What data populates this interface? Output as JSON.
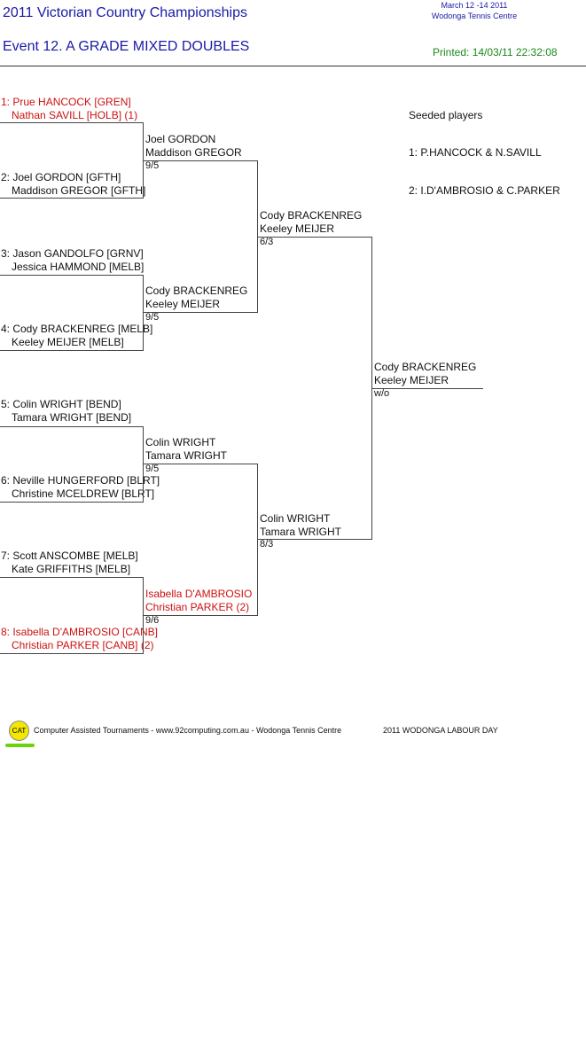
{
  "header": {
    "title": "2011 Victorian Country Championships",
    "event": "Event 12. A GRADE MIXED DOUBLES",
    "dates": "March 12 -14 2011",
    "venue": "Wodonga Tennis Centre",
    "printed": "Printed: 14/03/11 22:32:08"
  },
  "round1": [
    {
      "p1": "1: Prue HANCOCK [GREN]",
      "p2": "Nathan SAVILL [HOLB] (1)",
      "seeded": true
    },
    {
      "p1": "2: Joel GORDON [GFTH]",
      "p2": "Maddison GREGOR [GFTH]",
      "seeded": false
    },
    {
      "p1": "3: Jason GANDOLFO [GRNV]",
      "p2": "Jessica HAMMOND [MELB]",
      "seeded": false
    },
    {
      "p1": "4: Cody BRACKENREG [MELB]",
      "p2": "Keeley MEIJER [MELB]",
      "seeded": false
    },
    {
      "p1": "5: Colin WRIGHT [BEND]",
      "p2": "Tamara WRIGHT [BEND]",
      "seeded": false
    },
    {
      "p1": "6: Neville HUNGERFORD [BLRT]",
      "p2": "Christine MCELDREW [BLRT]",
      "seeded": false
    },
    {
      "p1": "7: Scott ANSCOMBE [MELB]",
      "p2": "Kate GRIFFITHS [MELB]",
      "seeded": false
    },
    {
      "p1": "8: Isabella D'AMBROSIO [CANB]",
      "p2": "Christian PARKER [CANB] (2)",
      "seeded": true
    }
  ],
  "round2": [
    {
      "p1": "Joel GORDON",
      "p2": "Maddison GREGOR",
      "score": "9/5",
      "seeded": false
    },
    {
      "p1": "Cody BRACKENREG",
      "p2": "Keeley MEIJER",
      "score": "9/5",
      "seeded": false
    },
    {
      "p1": "Colin WRIGHT",
      "p2": "Tamara WRIGHT",
      "score": "9/5",
      "seeded": false
    },
    {
      "p1": "Isabella D'AMBROSIO",
      "p2": "Christian PARKER (2)",
      "score": "9/6",
      "seeded": true
    }
  ],
  "semis": [
    {
      "p1": "Cody BRACKENREG",
      "p2": "Keeley MEIJER",
      "score": "6/3"
    },
    {
      "p1": "Colin WRIGHT",
      "p2": "Tamara WRIGHT",
      "score": "8/3"
    }
  ],
  "final": {
    "p1": "Cody BRACKENREG",
    "p2": "Keeley MEIJER",
    "score": "w/o"
  },
  "seeds": {
    "heading": "Seeded players",
    "items": [
      "1: P.HANCOCK & N.SAVILL",
      "2: I.D'AMBROSIO & C.PARKER"
    ]
  },
  "footer": {
    "logo": "CAT",
    "credit": "Computer Assisted Tournaments - www.92computing.com.au -  Wodonga Tennis Centre",
    "event": "2011 WODONGA LABOUR DAY"
  },
  "colors": {
    "title": "#1a1aa6",
    "printed": "#1a8a1a",
    "seeded": "#cc1111"
  }
}
